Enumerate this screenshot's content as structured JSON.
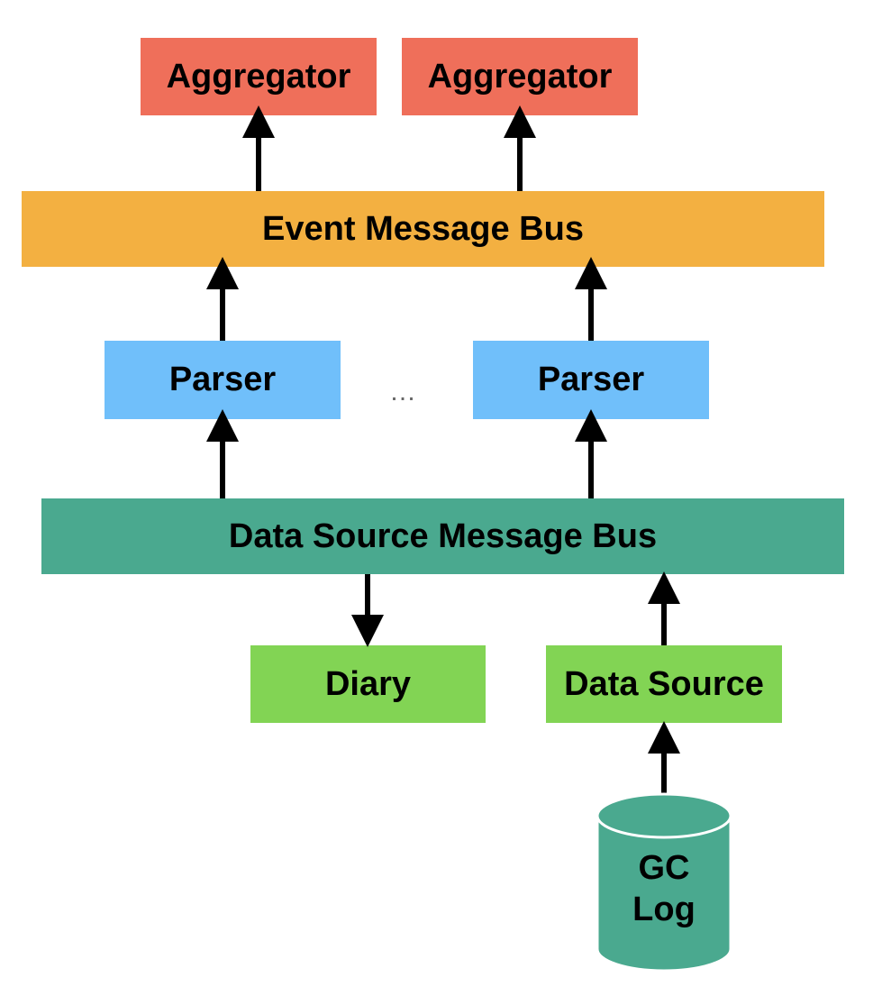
{
  "colors": {
    "aggregator": "#ef6f5a",
    "event_bus": "#f3b041",
    "parser": "#70bffa",
    "data_source_bus": "#4aa98f",
    "green_box": "#82d454",
    "cylinder": "#4aa98f",
    "arrow": "#000000"
  },
  "nodes": {
    "aggregator_1": "Aggregator",
    "aggregator_2": "Aggregator",
    "event_bus": "Event Message Bus",
    "parser_1": "Parser",
    "parser_2": "Parser",
    "ellipsis": "…",
    "data_source_bus": "Data Source Message Bus",
    "diary": "Diary",
    "data_source": "Data Source",
    "gc_log_line1": "GC",
    "gc_log_line2": "Log"
  },
  "edges": [
    {
      "from": "event_bus",
      "to": "aggregator_1"
    },
    {
      "from": "event_bus",
      "to": "aggregator_2"
    },
    {
      "from": "parser_1",
      "to": "event_bus"
    },
    {
      "from": "parser_2",
      "to": "event_bus"
    },
    {
      "from": "data_source_bus",
      "to": "parser_1"
    },
    {
      "from": "data_source_bus",
      "to": "parser_2"
    },
    {
      "from": "data_source_bus",
      "to": "diary"
    },
    {
      "from": "data_source",
      "to": "data_source_bus"
    },
    {
      "from": "gc_log",
      "to": "data_source"
    }
  ]
}
